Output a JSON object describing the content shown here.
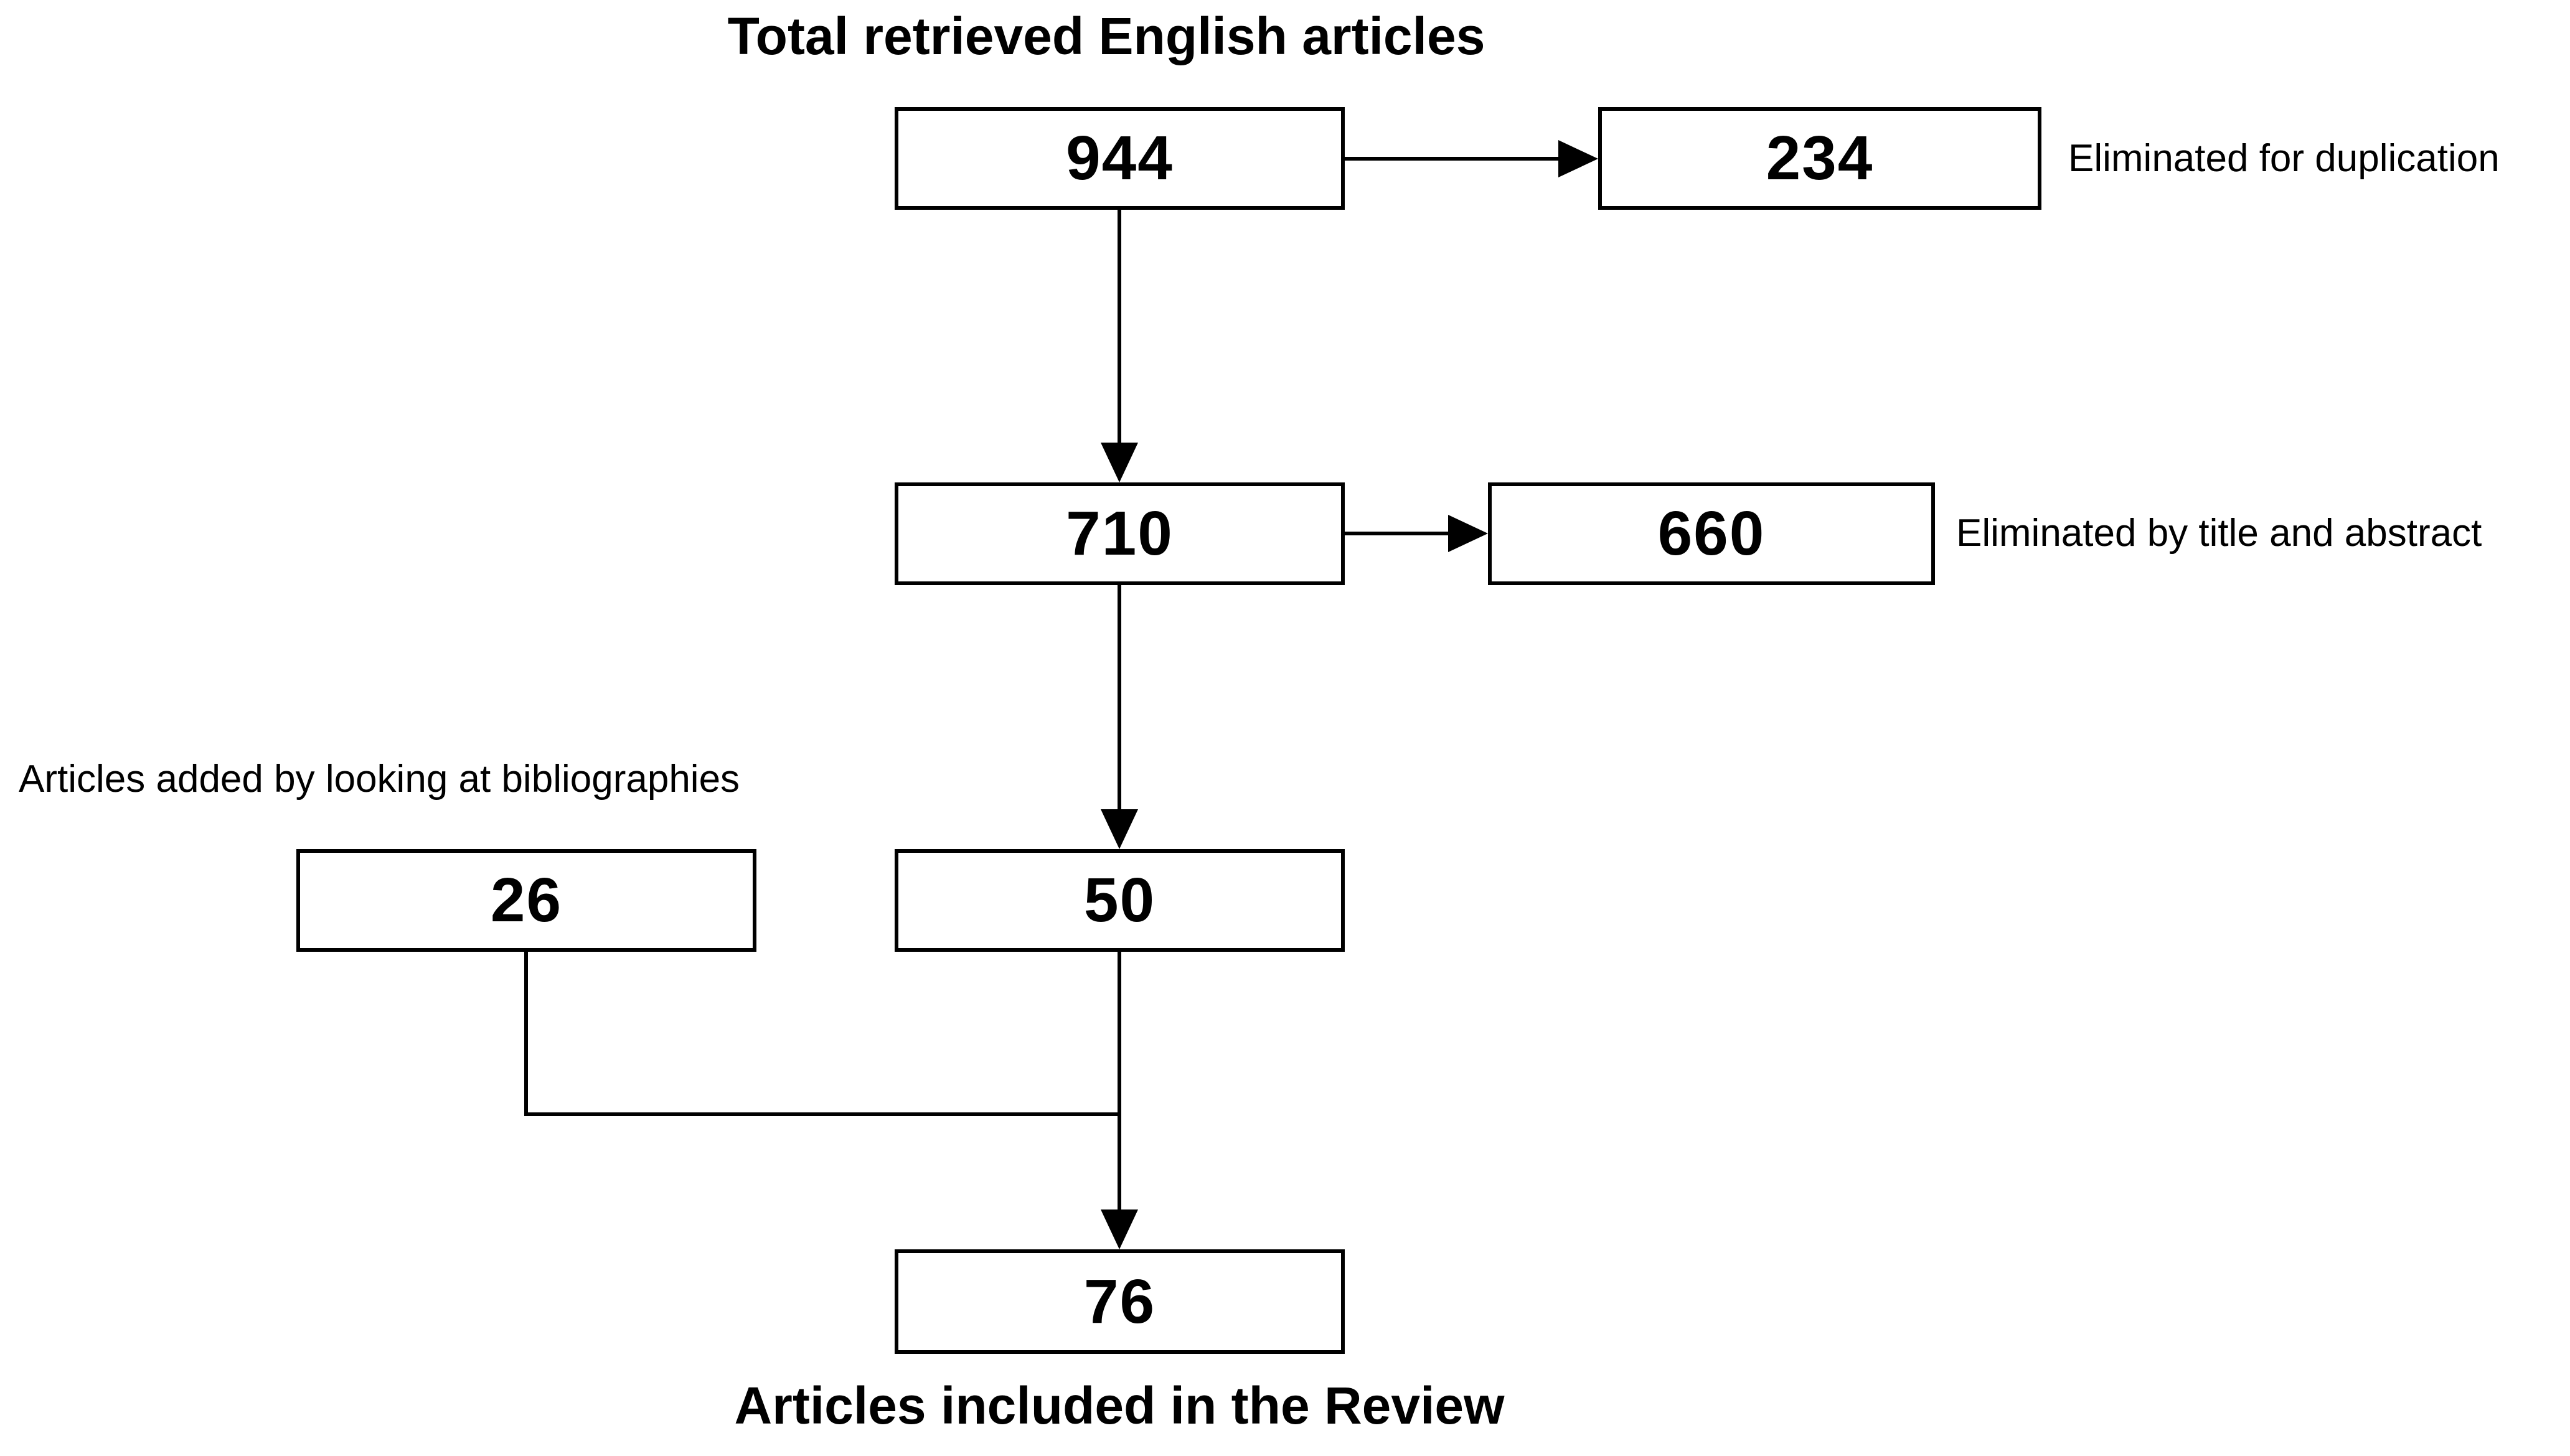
{
  "diagram": {
    "title": "Total retrieved English articles",
    "bottom_caption": "Articles included in the Review",
    "boxes": {
      "total_retrieved": {
        "value": "944"
      },
      "duplicates_removed": {
        "value": "234",
        "side_label": "Eliminated for duplication"
      },
      "after_duplicates": {
        "value": "710"
      },
      "title_abstract_removed": {
        "value": "660",
        "side_label": "Eliminated by title and abstract"
      },
      "bibliography_added": {
        "value": "26",
        "top_label": "Articles added by looking at bibliographies"
      },
      "full_text_screened": {
        "value": "50"
      },
      "included": {
        "value": "76"
      }
    },
    "line_color": "#000000",
    "background_color": "#ffffff"
  }
}
